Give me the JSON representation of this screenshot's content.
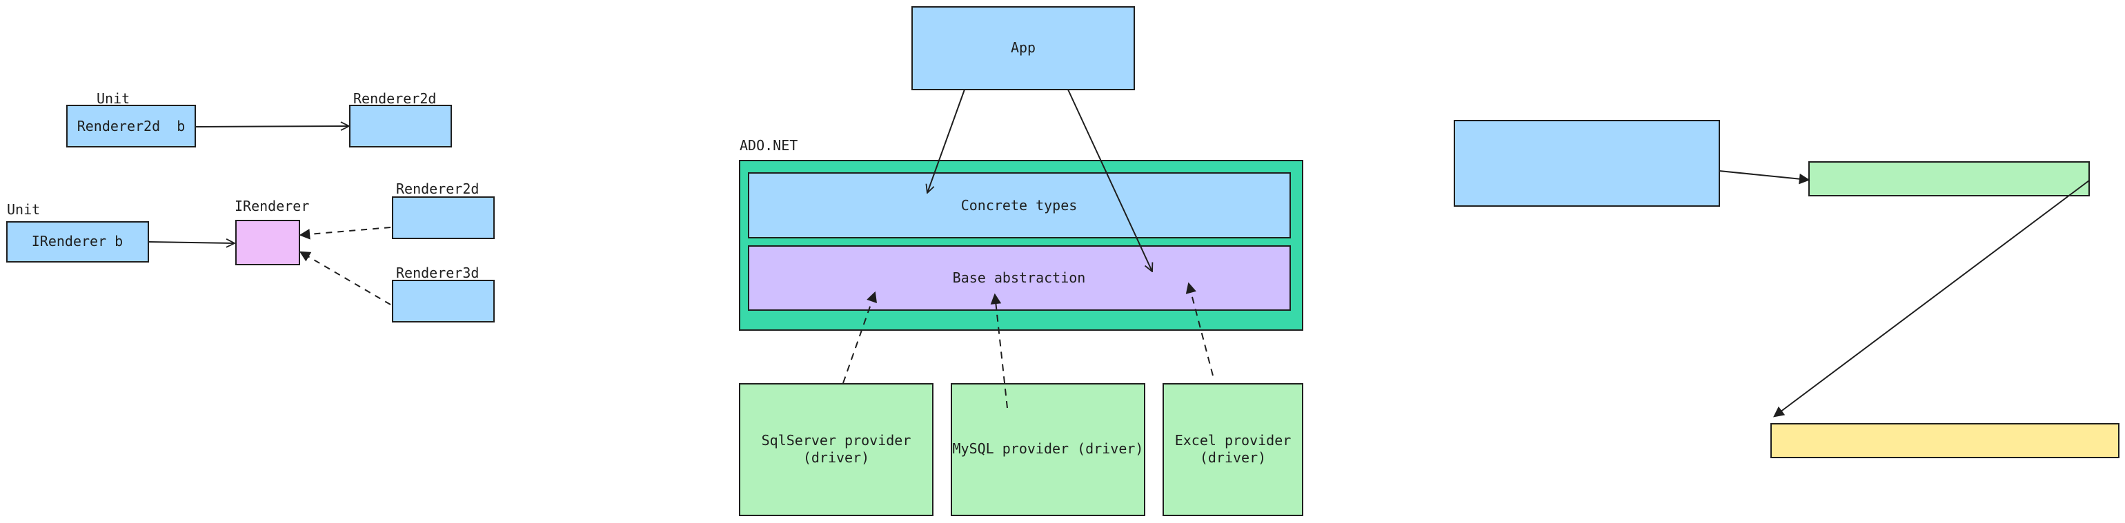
{
  "colors": {
    "blue": "#a5d8ff",
    "pink": "#eebefa",
    "teal": "#38d9a9",
    "purple": "#d0bfff",
    "green": "#b2f2bb",
    "yellow": "#ffec99",
    "stroke": "#1e1e1e"
  },
  "left_diagram": {
    "unit_label_1": "Unit",
    "box_renderer2d_b": "Renderer2d  b",
    "renderer2d_label_1": "Renderer2d",
    "unit_label_2": "Unit",
    "box_irenderer_b": "IRenderer b",
    "irenderer_label": "IRenderer",
    "renderer2d_label_2": "Renderer2d",
    "renderer3d_label": "Renderer3d"
  },
  "middle_diagram": {
    "app": "App",
    "ado_label": "ADO.NET",
    "concrete_types": "Concrete types",
    "base_abstraction": "Base abstraction",
    "providers": [
      {
        "line1": "SqlServer provider",
        "line2": "(driver)"
      },
      {
        "line1": "MySQL provider (driver)",
        "line2": ""
      },
      {
        "line1": "Excel provider",
        "line2": "(driver)"
      }
    ]
  }
}
